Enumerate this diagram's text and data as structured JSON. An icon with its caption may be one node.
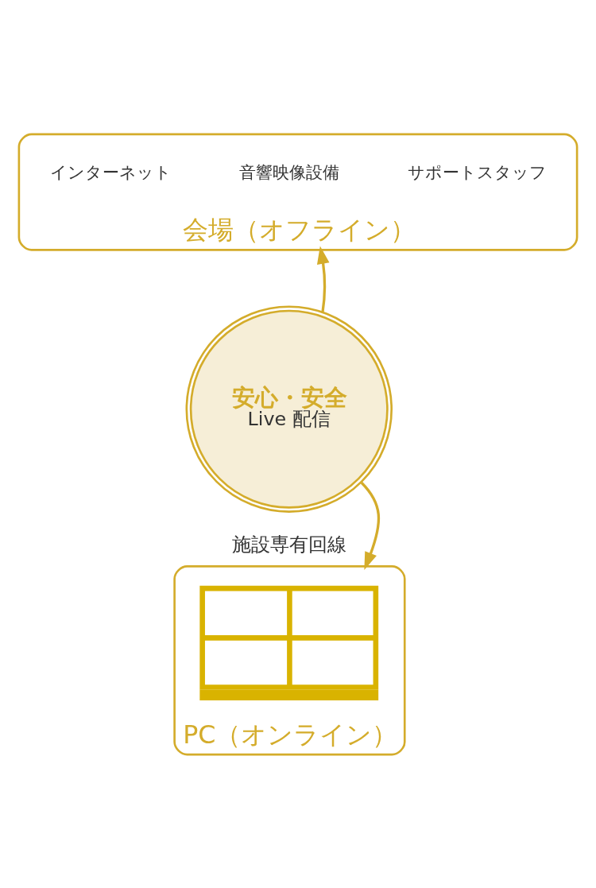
{
  "diagram": {
    "nodes": [
      {
        "text": [
          "会場（オフライン）"
        ]
      },
      {
        "text": [
          "インターネット"
        ],
        "in": 0
      },
      {
        "text": [
          "音響映像設備"
        ],
        "in": 0
      },
      {
        "text": [
          "サポートスタッフ"
        ],
        "in": 0
      },
      {
        "text": [
          "安心・安全",
          "Live 配信"
        ],
        "beside": [
          "施設専有回線"
        ]
      },
      {
        "text": [
          "PC（オンライン）"
        ]
      },
      {
        "text": [],
        "shape": "picture",
        "in": 5
      }
    ],
    "edges": [
      {
        "from": 4,
        "to": 0,
        "arrow": "to"
      },
      {
        "from": 4,
        "to": 5,
        "arrow": "to"
      }
    ]
  }
}
